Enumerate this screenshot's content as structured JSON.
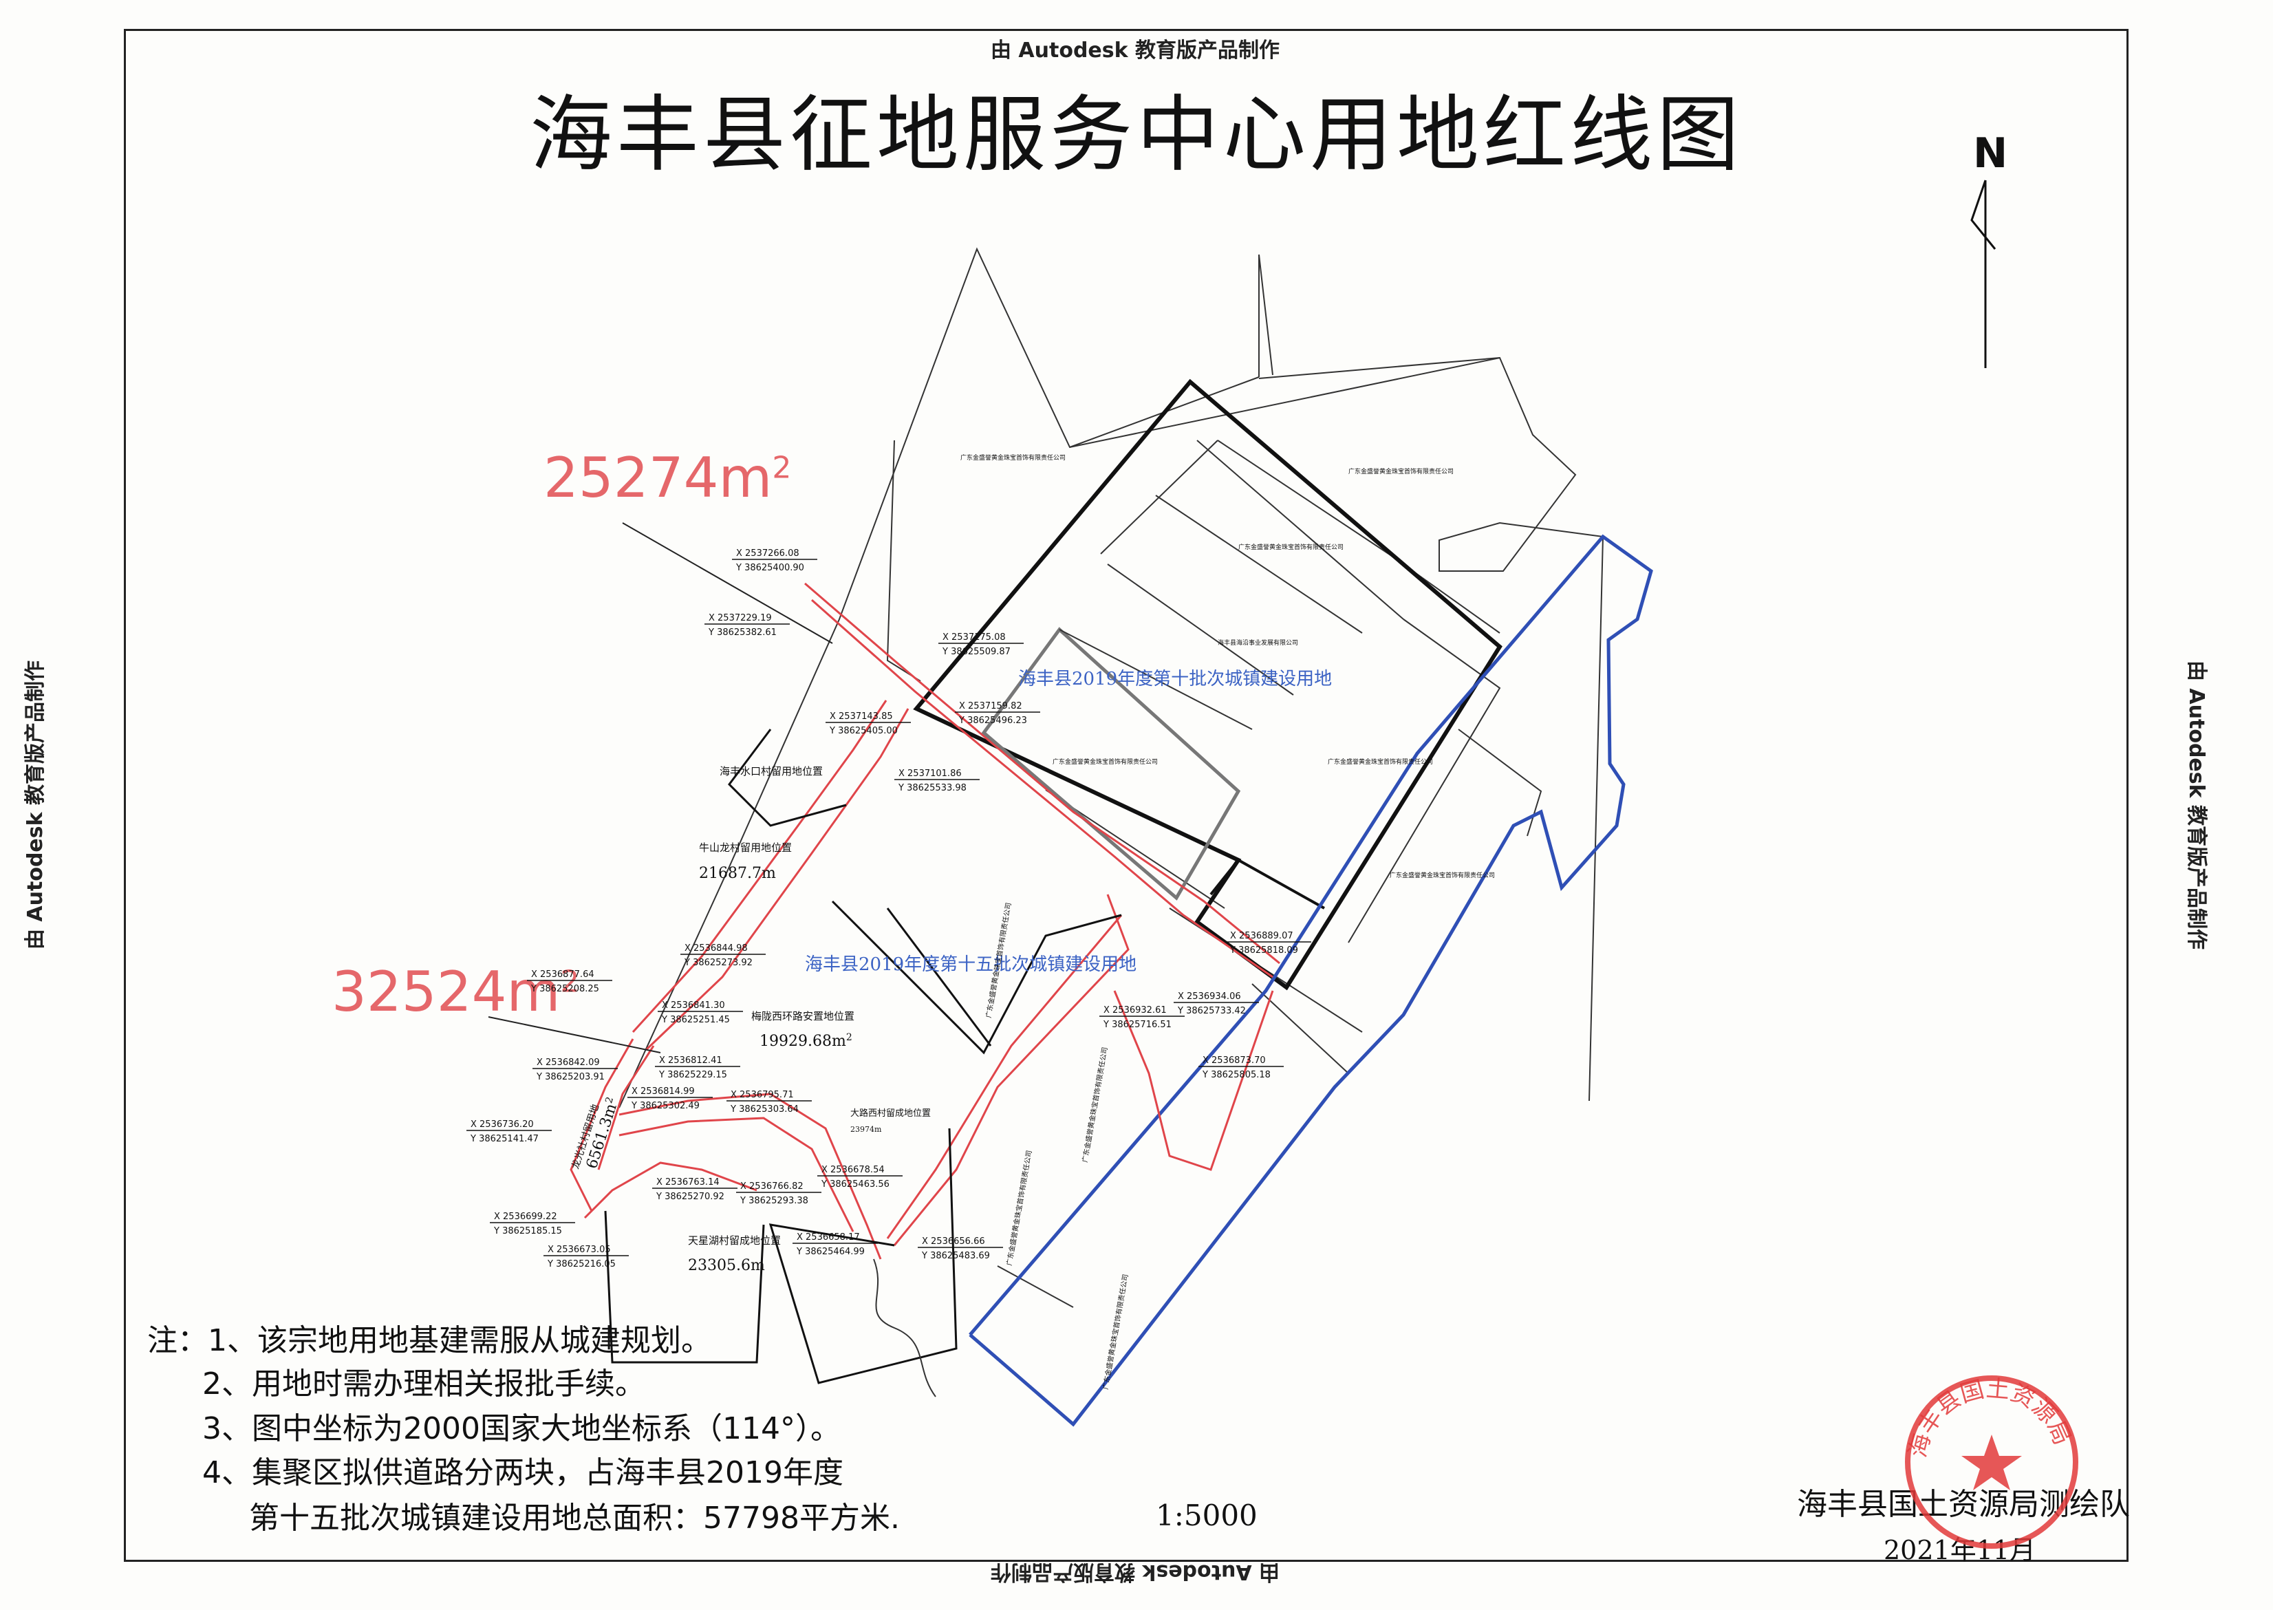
{
  "watermark": "由 Autodesk 教育版产品制作",
  "title": "海丰县征地服务中心用地红线图",
  "north_label": "N",
  "areas": {
    "upper": "25274m",
    "lower": "32524m",
    "sup": "2"
  },
  "parcel_labels": {
    "batch10": "海丰县2019年度第十批次城镇建设用地",
    "batch15": "海丰县2019年度第十五批次城镇建设用地",
    "shuimen": "海丰水口村留用地位置",
    "niushan": "牛山龙村留用地位置",
    "niushan_area": "21687.7m",
    "meilong": "梅陇西环路安置地位置",
    "meilong_area": "19929.68m",
    "meilong_sup": "2",
    "dapu": "大路西村留成地位置",
    "dapu_area": "23974m",
    "tianxing": "天星湖村留成地位置",
    "tianxing_area": "23305.6m",
    "longguang": "龙光社村留用地",
    "longguang_area": "6561.3m",
    "longguang_sup": "2",
    "company": "广东金盛誉黄金珠宝首饰有限责任公司",
    "company_b": "广东金盛誉黄金珠宝首饰有限责任公司",
    "company_c": "广东金盛誉黄金珠宝首饰有限责任公司",
    "company_d": "海丰县海沿事业发展有限公司"
  },
  "coordinates": [
    {
      "x": "X 2537266.08",
      "y": "Y 38625400.90"
    },
    {
      "x": "X 2537229.19",
      "y": "Y 38625382.61"
    },
    {
      "x": "X 2537175.08",
      "y": "Y 38625509.87"
    },
    {
      "x": "X 2537159.82",
      "y": "Y 38625496.23"
    },
    {
      "x": "X 2537143.85",
      "y": "Y 38625405.00"
    },
    {
      "x": "X 2537101.86",
      "y": "Y 38625533.98"
    },
    {
      "x": "X 2536877.64",
      "y": "Y 38625208.25"
    },
    {
      "x": "X 2536844.98",
      "y": "Y 38625273.92"
    },
    {
      "x": "X 2536841.30",
      "y": "Y 38625251.45"
    },
    {
      "x": "X 2536842.09",
      "y": "Y 38625203.91"
    },
    {
      "x": "X 2536812.41",
      "y": "Y 38625229.15"
    },
    {
      "x": "X 2536814.99",
      "y": "Y 38625302.49"
    },
    {
      "x": "X 2536795.71",
      "y": "Y 38625303.64"
    },
    {
      "x": "X 2536736.20",
      "y": "Y 38625141.47"
    },
    {
      "x": "X 2536763.14",
      "y": "Y 38625270.92"
    },
    {
      "x": "X 2536766.82",
      "y": "Y 38625293.38"
    },
    {
      "x": "X 2536699.22",
      "y": "Y 38625185.15"
    },
    {
      "x": "X 2536678.54",
      "y": "Y 38625463.56"
    },
    {
      "x": "X 2536673.05",
      "y": "Y 38625216.05"
    },
    {
      "x": "X 2536658.17",
      "y": "Y 38625464.99"
    },
    {
      "x": "X 2536656.66",
      "y": "Y 38625483.69"
    },
    {
      "x": "X 2536889.07",
      "y": "Y 38625818.09"
    },
    {
      "x": "X 2536932.61",
      "y": "Y 38625716.51"
    },
    {
      "x": "X 2536934.06",
      "y": "Y 38625733.42"
    },
    {
      "x": "X 2536873.70",
      "y": "Y 38625805.18"
    }
  ],
  "notes": [
    "注：1、该宗地用地基建需服从城建规划。",
    "2、用地时需办理相关报批手续。",
    "3、图中坐标为2000国家大地坐标系（114°）。",
    "4、集聚区拟供道路分两块，占海丰县2019年度",
    "第十五批次城镇建设用地总面积：57798平方米."
  ],
  "scale": "1:5000",
  "organization": "海丰县国土资源局测绘队",
  "date": "2021年11月",
  "seal_text": "海丰县国土资源局",
  "colors": {
    "redline": "#e0454a",
    "blue": "#2f4fb5",
    "area_text": "#e5676a",
    "seal": "#e23a3a"
  }
}
